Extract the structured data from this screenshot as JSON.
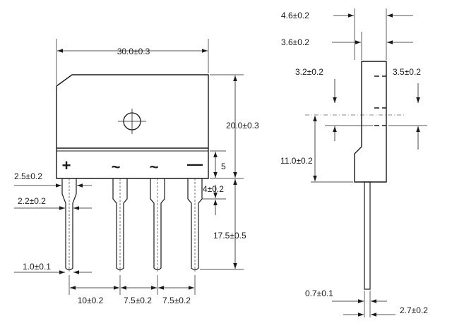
{
  "front_view": {
    "body_width": "30.0±0.3",
    "body_height": "20.0±0.3",
    "band_height": "5",
    "lead_standoff": "4±0.2",
    "lead_length": "17.5±0.5",
    "lead_width_upper": "2.5±0.2",
    "lead_width_mid": "2.2±0.2",
    "lead_width_tip": "1.0±0.1",
    "pitch_first": "10±0.2",
    "pitch_second": "7.5±0.2",
    "pitch_third": "7.5±0.2",
    "pin_symbols": [
      "+",
      "~",
      "~",
      "—"
    ]
  },
  "side_view": {
    "total_thickness": "4.6±0.2",
    "upper_thickness": "3.6±0.2",
    "top_offset": "3.2±0.2",
    "top_offset_right": "3.5±0.2",
    "step_height": "11.0±0.2",
    "lead_thickness": "0.7±0.1",
    "lead_offset": "2.7±0.2"
  }
}
